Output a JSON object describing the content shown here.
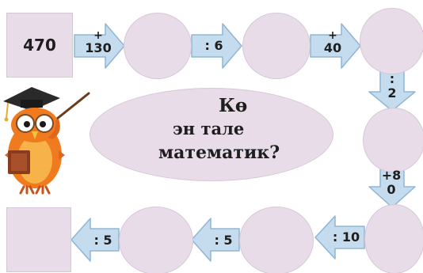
{
  "question": {
    "line1": "Кө",
    "line2": "эн тале",
    "line3": "математик?"
  },
  "start_value": "470",
  "operations": {
    "op1_sign": "+",
    "op1_num": "130",
    "op2": ": 6",
    "op3_sign": "+",
    "op3_num": "40",
    "op4_sign": ":",
    "op4_num": "2",
    "op5_sign": "+8",
    "op5_num": "0",
    "op6": ": 10",
    "op7": ": 5",
    "op8": ": 5"
  },
  "colors": {
    "shape_fill": "#e8dce9",
    "arrow_fill": "#c5dcee",
    "arrow_stroke": "#8fb5d4",
    "text": "#1e1e1e"
  },
  "illustration": "owl-professor-icon"
}
